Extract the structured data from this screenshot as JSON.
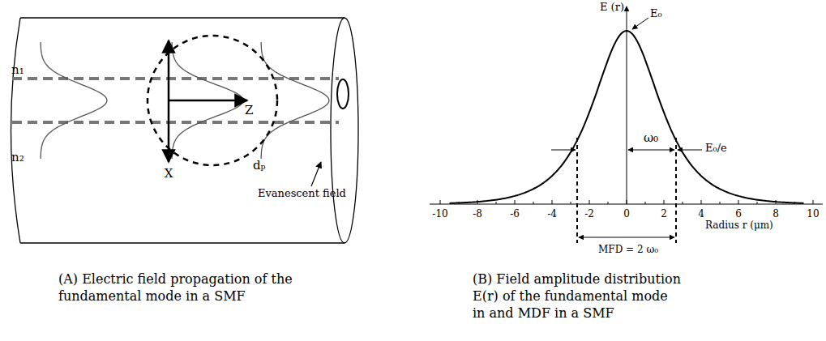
{
  "diagram": {
    "labels": [
      "n₁",
      "n₂",
      "X",
      "Z",
      "dₚ",
      "Evanescent field",
      "E (r)",
      "E₀",
      "E₀/e",
      "ω₀",
      "-10",
      "-8",
      "-6",
      "-4",
      "-2",
      "0",
      "2",
      "4",
      "6",
      "8",
      "10",
      "Radius r (μm)",
      "MFD = 2 ω₀",
      "(A) Electric field propagation of the fundamental mode in a SMF",
      "(B) Field amplitude distribution E(r) of the fundamental mode in and MDF in a SMF"
    ]
  }
}
